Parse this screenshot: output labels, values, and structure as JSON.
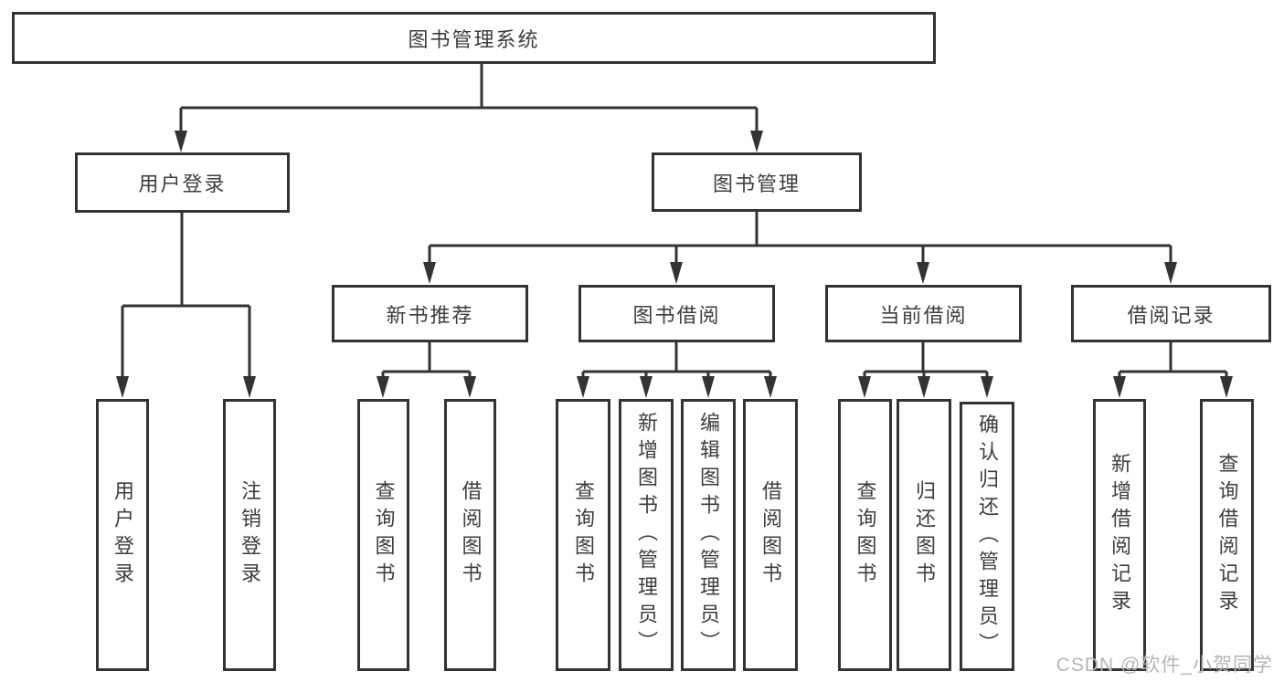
{
  "diagram": {
    "root": {
      "label": "图书管理系统"
    },
    "branches": [
      {
        "label": "用户登录",
        "children": [
          {
            "label": "用户登录"
          },
          {
            "label": "注销登录"
          }
        ]
      },
      {
        "label": "图书管理",
        "children": [
          {
            "label": "新书推荐",
            "children": [
              {
                "label": "查询图书"
              },
              {
                "label": "借阅图书"
              }
            ]
          },
          {
            "label": "图书借阅",
            "children": [
              {
                "label": "查询图书"
              },
              {
                "label": "新增图书（管理员）"
              },
              {
                "label": "编辑图书（管理员）"
              },
              {
                "label": "借阅图书"
              }
            ]
          },
          {
            "label": "当前借阅",
            "children": [
              {
                "label": "查询图书"
              },
              {
                "label": "归还图书"
              },
              {
                "label": "确认归还（管理员）"
              }
            ]
          },
          {
            "label": "借阅记录",
            "children": [
              {
                "label": "新增借阅记录"
              },
              {
                "label": "查询借阅记录"
              }
            ]
          }
        ]
      }
    ],
    "watermark": "CSDN @软件_小贺同学",
    "colors": {
      "line": "#333333",
      "box_border": "#333333",
      "text": "#3d3d3d",
      "watermark": "#b5b5b5",
      "background": "#ffffff"
    }
  }
}
